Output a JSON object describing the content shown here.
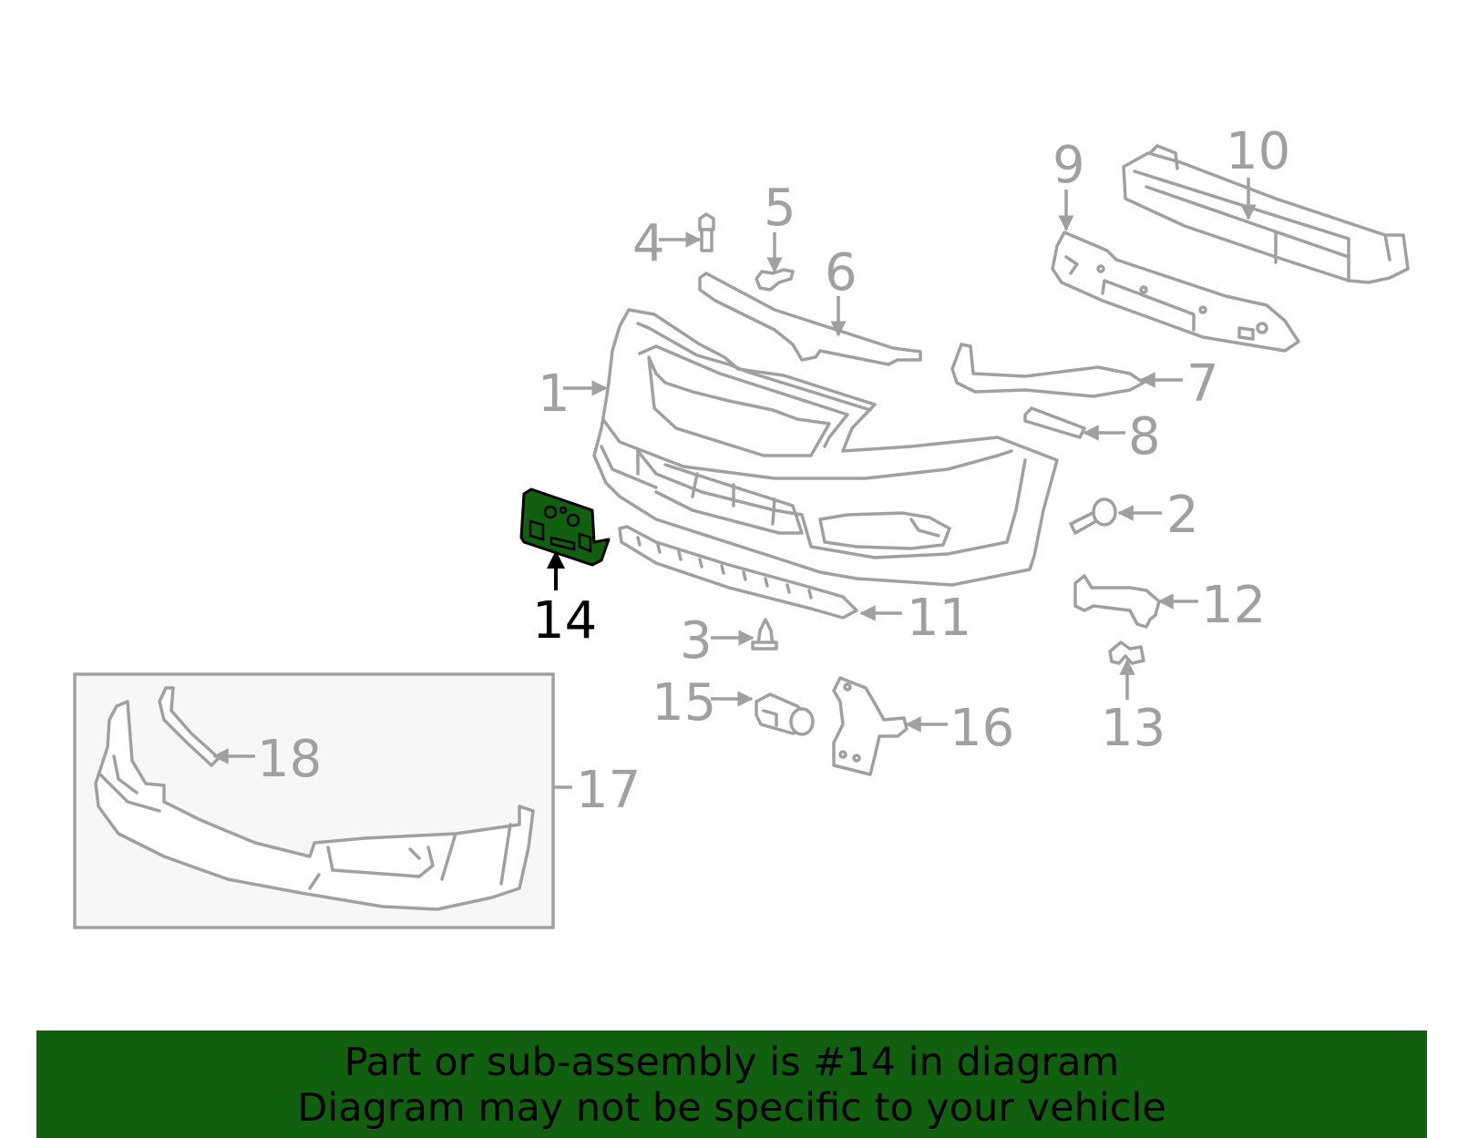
{
  "diagram": {
    "callouts": [
      "1",
      "2",
      "3",
      "4",
      "5",
      "6",
      "7",
      "8",
      "9",
      "10",
      "11",
      "12",
      "13",
      "14",
      "15",
      "16",
      "17",
      "18"
    ],
    "highlighted_callout": "14",
    "highlight_color": "#106010",
    "part_line_color": "#a0a0a0",
    "inset_background": "#f7f7f7"
  },
  "banner": {
    "line1": "Part or sub-assembly is #14 in diagram",
    "line2": "Diagram may not be specific to your vehicle",
    "background_color": "#106010"
  }
}
